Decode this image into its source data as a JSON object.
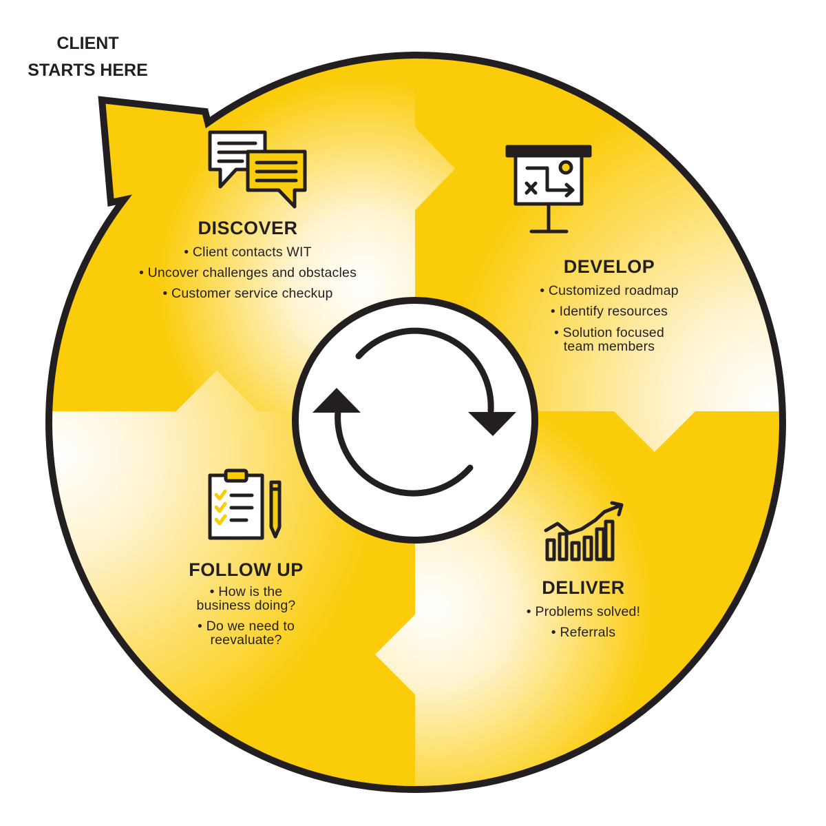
{
  "start_label": [
    "CLIENT",
    "STARTS HERE"
  ],
  "colors": {
    "yellow": "#fbcc0a",
    "outline": "#231f20",
    "white": "#ffffff"
  },
  "steps": [
    {
      "title": "DISCOVER",
      "icon": "chat-bubbles-icon",
      "bullets": [
        "Client contacts WIT",
        "Uncover challenges and obstacles",
        "Customer service checkup"
      ]
    },
    {
      "title": "DEVELOP",
      "icon": "presentation-board-icon",
      "bullets": [
        "Customized roadmap",
        "Identify resources",
        [
          "Solution focused",
          "team members"
        ]
      ]
    },
    {
      "title": "DELIVER",
      "icon": "growth-chart-icon",
      "bullets": [
        "Problems solved!",
        "Referrals"
      ]
    },
    {
      "title": "FOLLOW UP",
      "icon": "clipboard-checklist-icon",
      "bullets": [
        [
          "How is the",
          "business doing?"
        ],
        [
          "Do we need to",
          "reevaluate?"
        ]
      ]
    }
  ],
  "center_icon": "cycle-arrows-icon"
}
